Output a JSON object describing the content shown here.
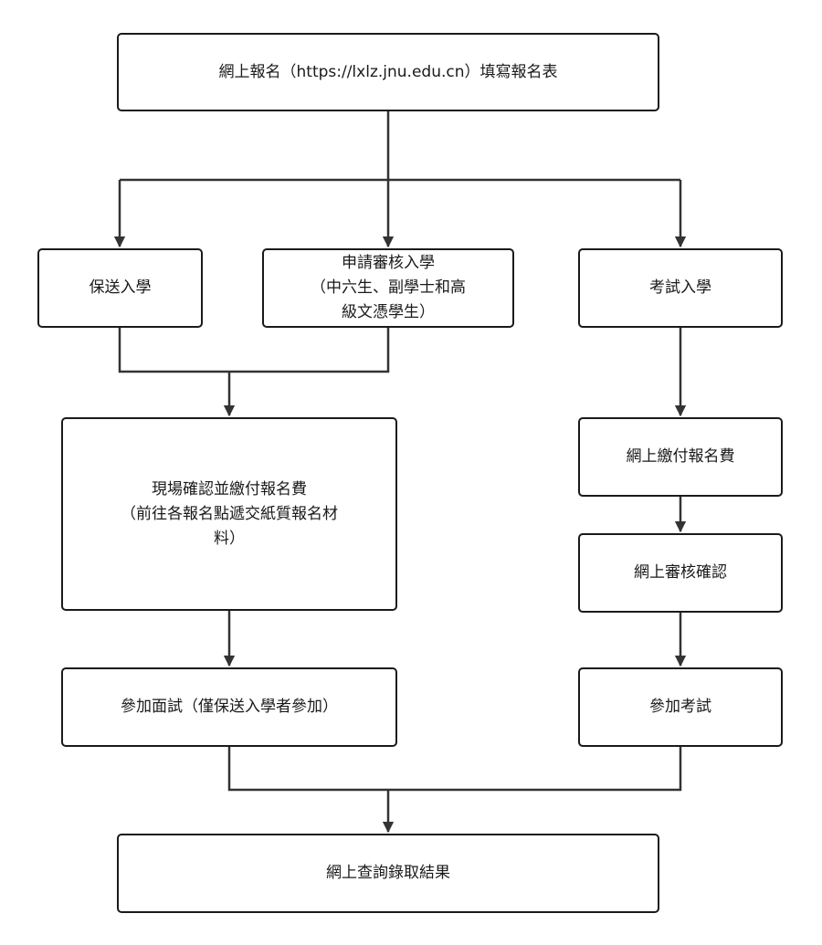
{
  "nodes": {
    "start": "網上報名（https://lxlz.jnu.edu.cn）填寫報名表",
    "recommended": "保送入學",
    "review": "申請審核入學\n（中六生、副學士和高\n級文憑學生）",
    "exam": "考試入學",
    "onsite": "現場確認並繳付報名費\n（前往各報名點遞交紙質報名材\n料）",
    "online_pay": "網上繳付報名費",
    "online_verify": "網上審核確認",
    "interview": "參加面試（僅保送入學者參加）",
    "take_exam": "參加考試",
    "result": "網上查詢錄取結果"
  },
  "colors": {
    "line": "#333333",
    "border": "#1a1a1a",
    "background": "#ffffff"
  }
}
